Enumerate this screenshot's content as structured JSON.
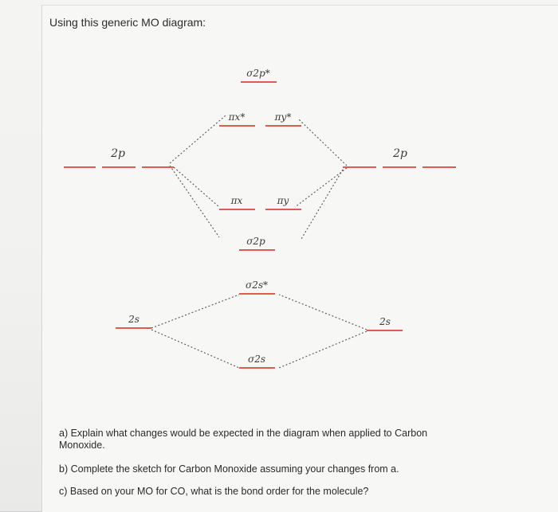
{
  "document": {
    "title": "Using this generic MO diagram:",
    "diagram": {
      "atomic_left": {
        "p_label": "2p",
        "s_label": "2s"
      },
      "atomic_right": {
        "p_label": "2p",
        "s_label": "2s"
      },
      "mo_labels": {
        "sigma_2p_star": "σ2p*",
        "pi_x_star": "πx*",
        "pi_y_star": "πy*",
        "pi_x": "πx",
        "pi_y": "πy",
        "sigma_2p": "σ2p",
        "sigma_2s_star": "σ2s*",
        "sigma_2s": "σ2s"
      },
      "level_color": "#e05b4f",
      "connector_style": "dashed"
    },
    "questions": {
      "a_line1": "a) Explain what changes would be expected in the diagram when applied to Carbon",
      "a_line2": "Monoxide.",
      "b": "b) Complete the sketch for Carbon Monoxide assuming your changes from a.",
      "c": "c) Based on your MO for CO, what is the bond order for the molecule?"
    }
  }
}
